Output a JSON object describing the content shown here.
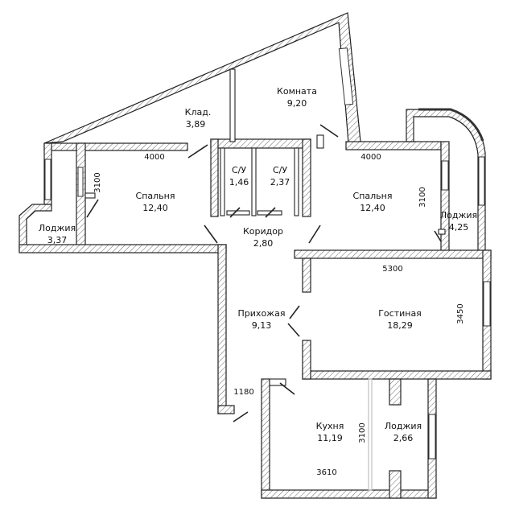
{
  "rooms": {
    "kladovaya": {
      "name": "Клад.",
      "area": "3,89"
    },
    "komnata": {
      "name": "Комната",
      "area": "9,20"
    },
    "spalnya_left": {
      "name": "Спальня",
      "area": "12,40"
    },
    "su1": {
      "name": "С/У",
      "area": "1,46"
    },
    "su2": {
      "name": "С/У",
      "area": "2,37"
    },
    "spalnya_right": {
      "name": "Спальня",
      "area": "12,40"
    },
    "loggia_left": {
      "name": "Лоджия",
      "area": "3,37"
    },
    "koridor": {
      "name": "Коридор",
      "area": "2,80"
    },
    "loggia_right": {
      "name": "Лоджия",
      "area": "4,25"
    },
    "prihozhaya": {
      "name": "Прихожая",
      "area": "9,13"
    },
    "gostinaya": {
      "name": "Гостиная",
      "area": "18,29"
    },
    "kuhnya": {
      "name": "Кухня",
      "area": "11,19"
    },
    "loggia_bottom": {
      "name": "Лоджия",
      "area": "2,66"
    }
  },
  "dimensions": {
    "top_left_width": "4000",
    "top_right_width": "4000",
    "left_bedroom_depth": "3100",
    "right_bedroom_depth": "3100",
    "living_width": "5300",
    "living_depth": "3450",
    "hall_width": "1180",
    "kitchen_depth": "3100",
    "kitchen_width": "3610"
  }
}
